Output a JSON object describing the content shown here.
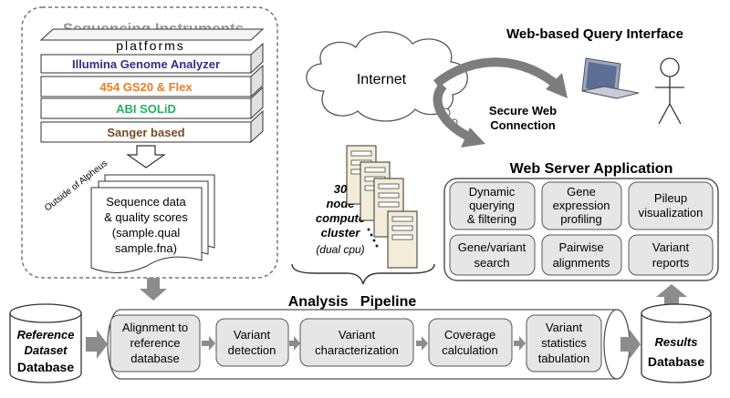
{
  "sequencing": {
    "title": "Sequencing Instruments",
    "platforms_label": "platforms",
    "layers": [
      {
        "label": "Illumina Genome Analyzer",
        "color": "#2e2e8c"
      },
      {
        "label": "454 GS20 & Flex",
        "color": "#ef7d22"
      },
      {
        "label": "ABI SOLiD",
        "color": "#23b060"
      },
      {
        "label": "Sanger based",
        "color": "#7a4a1e"
      }
    ],
    "outside_label": "Outside of Alpheus",
    "document_lines": [
      "Sequence data",
      "& quality scores",
      "(sample.qual",
      "sample.fna)"
    ]
  },
  "internet": {
    "label": "Internet"
  },
  "web_query": {
    "title": "Web-based Query Interface"
  },
  "secure": {
    "lines": [
      "Secure Web",
      "Connection"
    ]
  },
  "cluster": {
    "lines": [
      "30",
      "node",
      "compute",
      "cluster"
    ],
    "sub": "(dual cpu)"
  },
  "web_server": {
    "title": "Web Server Application",
    "boxes": [
      [
        "Dynamic",
        "querying",
        "& filtering"
      ],
      [
        "Gene",
        "expression",
        "profiling"
      ],
      [
        "Pileup",
        "visualization"
      ],
      [
        "Gene/variant",
        "search"
      ],
      [
        "Pairwise",
        "alignments"
      ],
      [
        "Variant",
        "reports"
      ]
    ]
  },
  "pipeline": {
    "title": "Analysis   Pipeline",
    "steps": [
      [
        "Alignment to",
        "reference",
        "database"
      ],
      [
        "Variant",
        "detection"
      ],
      [
        "Variant",
        "characterization"
      ],
      [
        "Coverage",
        "calculation"
      ],
      [
        "Variant",
        "statistics",
        "tabulation"
      ]
    ]
  },
  "reference_db": {
    "lines": [
      "Reference",
      "Dataset"
    ],
    "db": "Database"
  },
  "results_db": {
    "line": "Results",
    "db": "Database"
  },
  "colors": {
    "box_fill": "#e6e6e6",
    "stroke": "#555555",
    "arrow_gray": "#8c8c8c",
    "layer_fill": "#ffffff"
  }
}
